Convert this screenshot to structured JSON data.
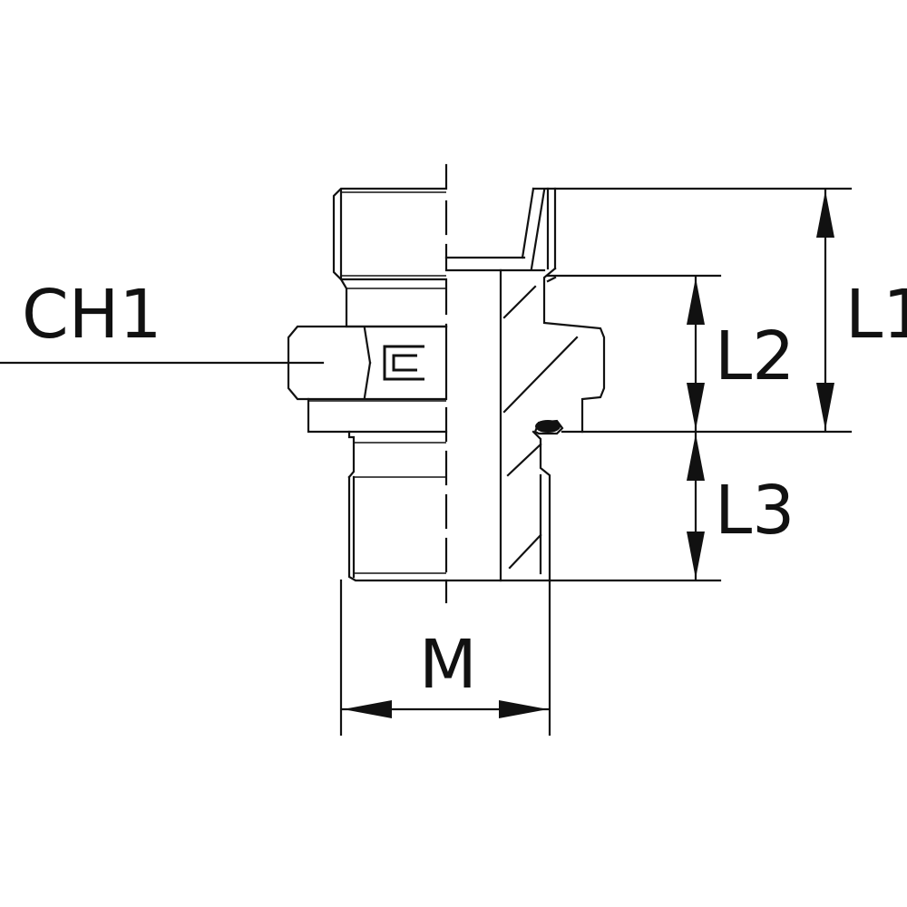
{
  "labels": {
    "ch1": "CH1",
    "l1": "L1",
    "l2": "L2",
    "l3": "L3",
    "m": "M"
  },
  "colors": {
    "line": "#111111",
    "background": "#ffffff"
  }
}
